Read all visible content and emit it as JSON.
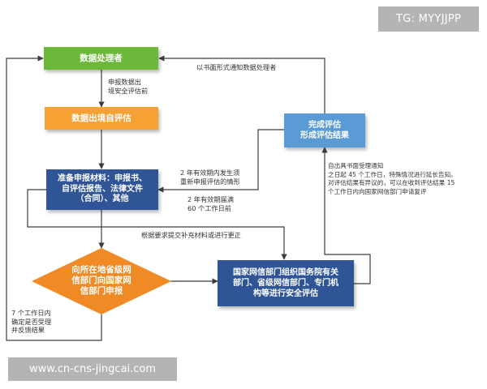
{
  "colors": {
    "green": "#6cb83a",
    "orange": "#f5a134",
    "navy": "#2f5597",
    "light_blue": "#5b9bd5",
    "diamond": "#f08a24",
    "line": "#3d3d3d"
  },
  "nodes": {
    "data_handler": "数据处理者",
    "self_assessment": "数据出境自评估",
    "prepare_materials": "准备申报材料：申报书、\n自评估报告、法律文件\n（合同）、其他",
    "apply_provincial": "向所在地省级网\n信部门向国家网\n信部门申报",
    "national_assessment": "国家网信部门组织国务院有关\n部门、省级网信部门、专门机\n构等进行安全评估",
    "complete_assessment": "完成评估\n形成评估结果"
  },
  "labels": {
    "declare_before": "申报数据出\n境安全评估前",
    "notify_written": "以书面形式通知数据处理者",
    "reapply_within_2y": "2 年有效期内发生须\n重新申报评估的情形",
    "expiry_60": "2 年有效期届满\n60 个工作日前",
    "supplement": "根据要求提交补充材料或进行更正",
    "accept_7days": "7 个工作日内\n确定是否受理\n并反馈结果",
    "issue_notice": "自出具书面受理通知\n之日起 45 个工作日，特殊情况进行延长告知。\n对评估结果有异议的，可以在收到评估结果 15\n个工作日内向国家网信部门申请复评"
  },
  "watermarks": {
    "top": "TG: MYYJJPP",
    "bottom": "www.cn-cns-jingcai.com"
  }
}
